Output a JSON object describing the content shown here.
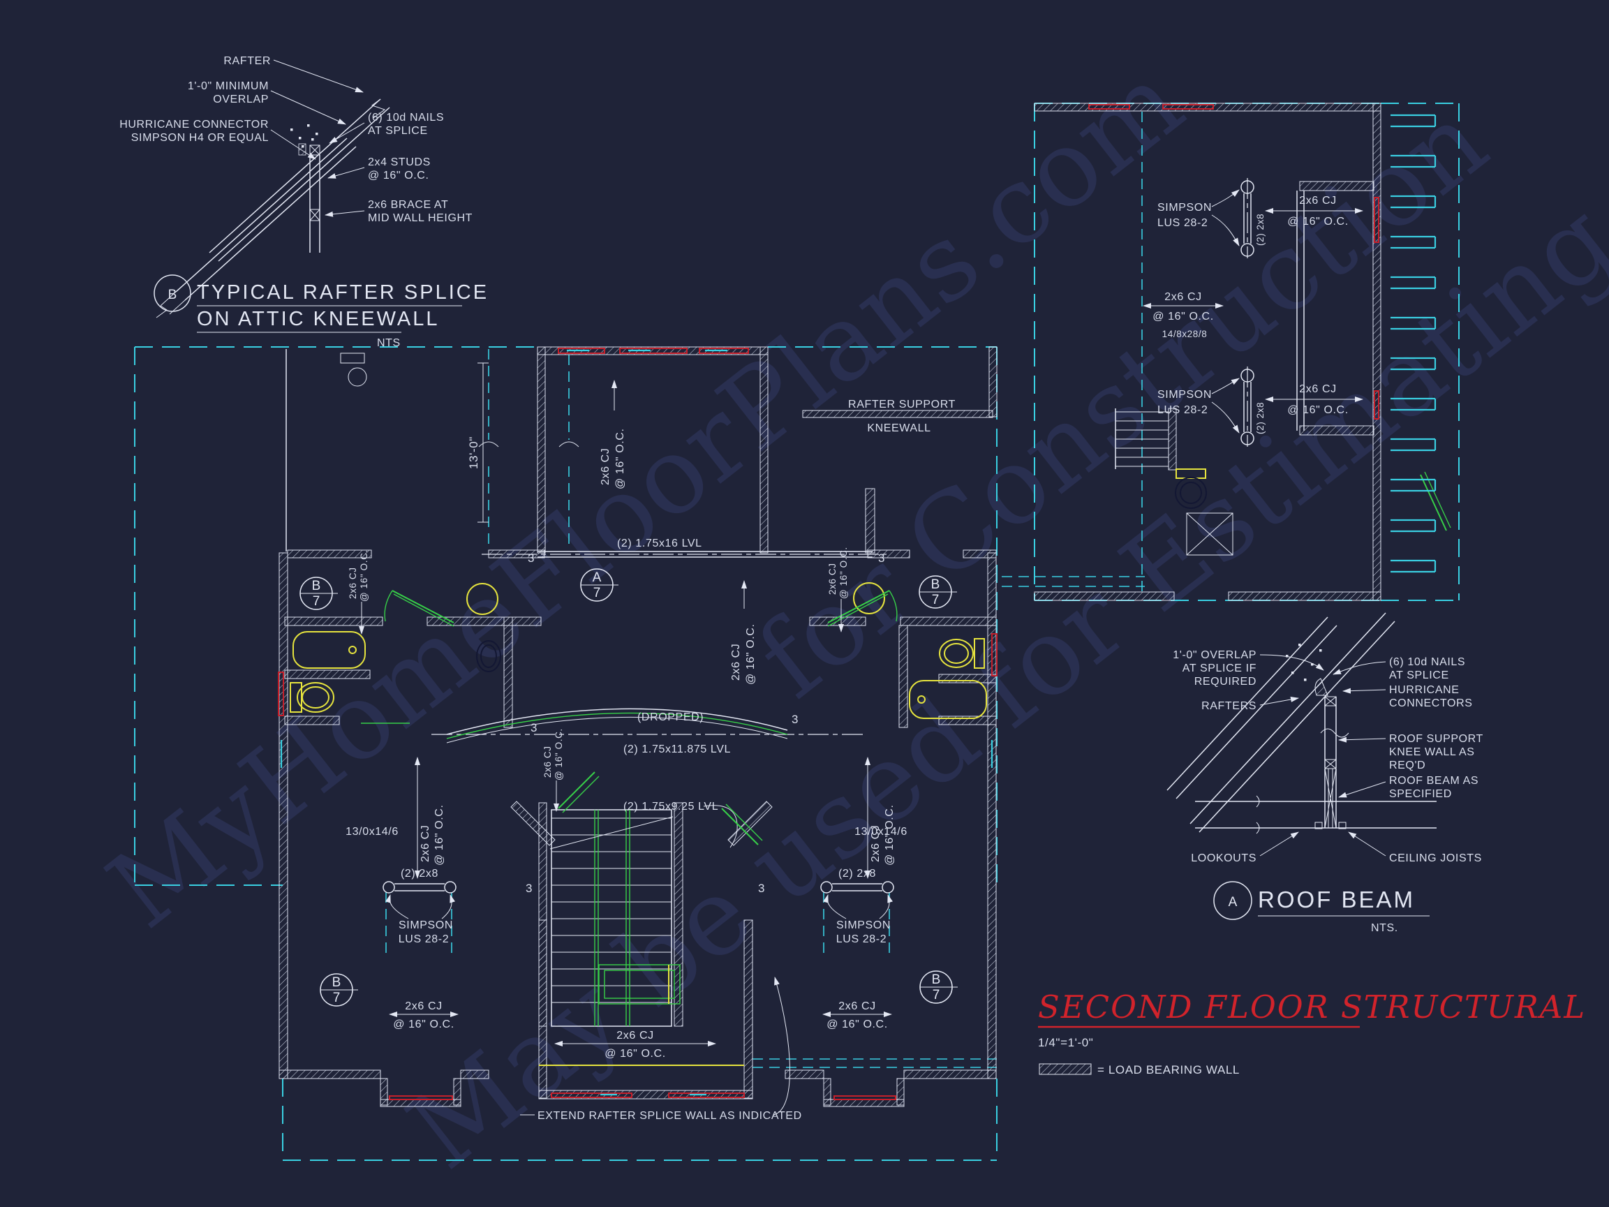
{
  "watermark": {
    "line1": "MyHomeFloorPlans.com",
    "line2": "for Construction",
    "line3": "May be used for Estimating"
  },
  "colors": {
    "background": "#1f2338",
    "line_white": "#e4e8f4",
    "cyan_dashed": "#3ad0e2",
    "red_accent": "#c6202b",
    "yellow_fixture": "#e6e43e",
    "green_door": "#37d048",
    "title_red": "#d1232b",
    "watermark": "#2b3153"
  },
  "detail_b": {
    "marker": "B",
    "title_line1": "TYPICAL RAFTER SPLICE",
    "title_line2": "ON ATTIC KNEEWALL",
    "scale": "NTS",
    "labels": {
      "rafter": "RAFTER",
      "overlap_line1": "1'-0\" MINIMUM",
      "overlap_line2": "OVERLAP",
      "hurricane_line1": "HURRICANE CONNECTOR",
      "hurricane_line2": "SIMPSON H4 OR EQUAL",
      "nails_line1": "(6) 10d NAILS",
      "nails_line2": "AT SPLICE",
      "studs_line1": "2x4 STUDS",
      "studs_line2": "@ 16\" O.C.",
      "brace_line1": "2x6 BRACE AT",
      "brace_line2": "MID WALL HEIGHT"
    }
  },
  "detail_a": {
    "marker": "A",
    "title": "ROOF BEAM",
    "scale": "NTS.",
    "labels": {
      "overlap_line1": "1'-0\" OVERLAP",
      "overlap_line2": "AT SPLICE IF",
      "overlap_line3": "REQUIRED",
      "nails_line1": "(6) 10d NAILS",
      "nails_line2": "AT SPLICE",
      "hurricane_line1": "HURRICANE",
      "hurricane_line2": "CONNECTORS",
      "rafters": "RAFTERS",
      "kneewall_line1": "ROOF SUPPORT",
      "kneewall_line2": "KNEE WALL AS",
      "kneewall_line3": "REQ'D",
      "beam_line1": "ROOF BEAM AS",
      "beam_line2": "SPECIFIED",
      "lookouts": "LOOKOUTS",
      "ceiling_joists": "CEILING JOISTS"
    }
  },
  "plan": {
    "joist_line1": "2x6 CJ",
    "joist_line2": "@ 16\" O.C.",
    "lvl16": "(2) 1.75x16 LVL",
    "lvl11": "(2) 1.75x11.875 LVL",
    "lvl9": "(2) 1.75x9.25 LVL",
    "dropped": "(DROPPED)",
    "double_2x8": "(2) 2x8",
    "hanger_line1": "SIMPSON",
    "hanger_line2": "LUS 28-2",
    "kneewall_line1": "RAFTER SUPPORT",
    "kneewall_line2": "KNEEWALL",
    "extend_note": "EXTEND RAFTER SPLICE WALL AS INDICATED",
    "dim_height": "13'-0\"",
    "room_size_left": "13/0x14/6",
    "room_size_right": "13/0x14/6",
    "room_size_upper": "14/8x28/8",
    "beam_mark": "3",
    "marker_a": "A",
    "marker_b": "B",
    "marker_sheet": "7"
  },
  "title_block": {
    "title": "SECOND FLOOR STRUCTURAL",
    "scale": "1/4\"=1'-0\"",
    "legend_text": "= LOAD BEARING WALL"
  }
}
